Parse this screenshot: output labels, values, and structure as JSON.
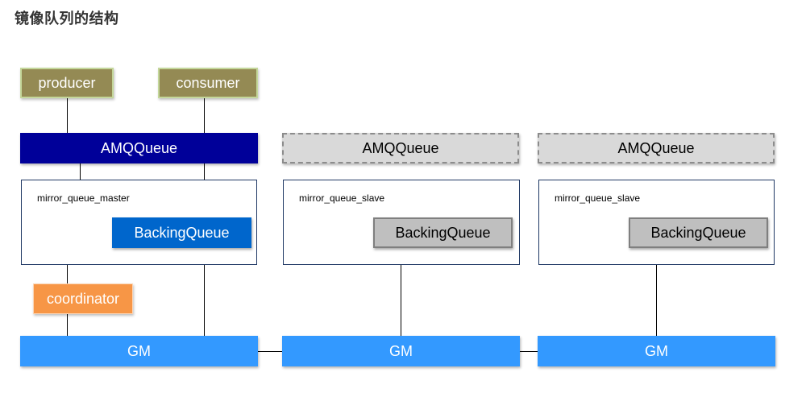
{
  "title": "镜像队列的结构",
  "producer": "producer",
  "consumer": "consumer",
  "amqqueue": "AMQQueue",
  "master_label": "mirror_queue_master",
  "slave_label": "mirror_queue_slave",
  "backing_queue": "BackingQueue",
  "coordinator": "coordinator",
  "gm": "GM",
  "colors": {
    "producer_consumer": "#948a54",
    "amqqueue_master": "#000099",
    "amqqueue_slave": "#d9d9d9",
    "backing_queue_master": "#0066cc",
    "backing_queue_slave": "#bfbfbf",
    "coordinator": "#f79646",
    "gm": "#3399ff"
  }
}
